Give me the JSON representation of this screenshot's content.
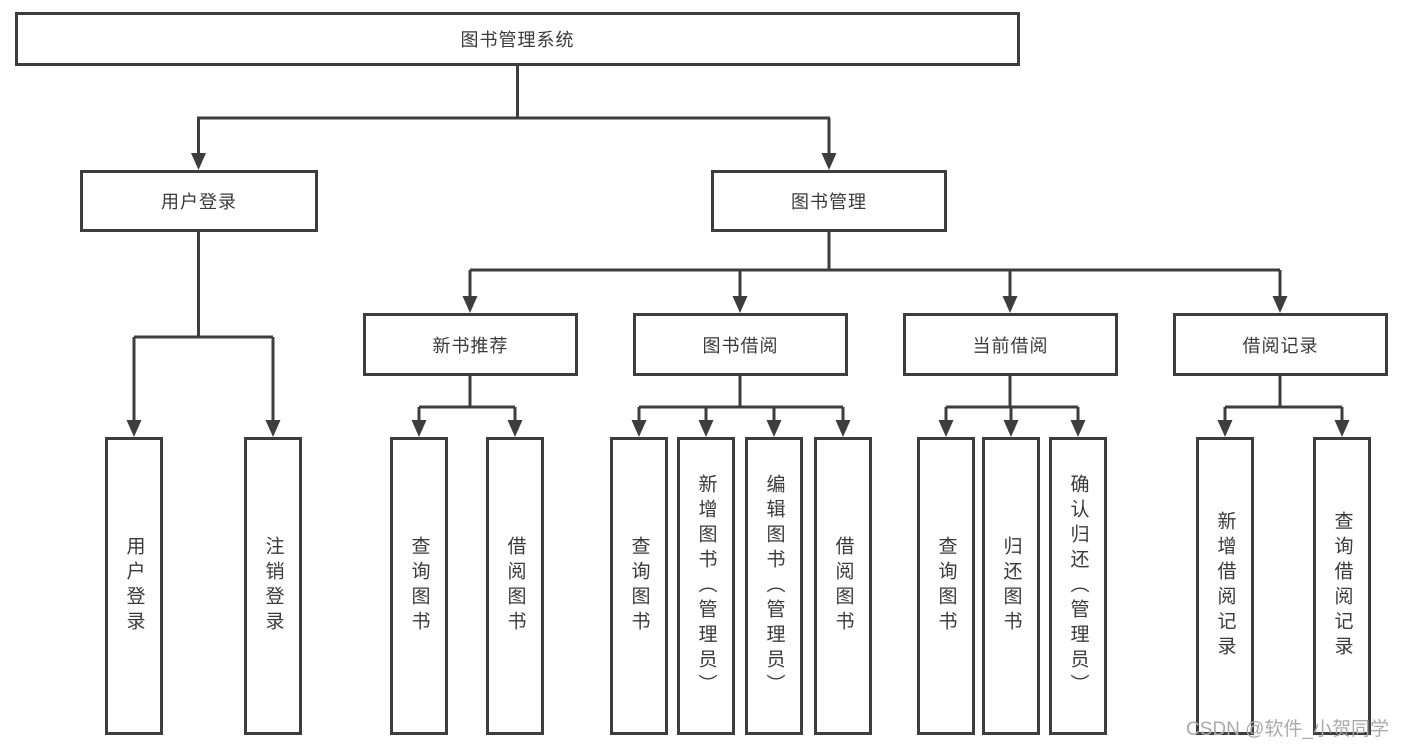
{
  "diagram": {
    "title": "图书管理系统",
    "type": "hierarchy-tree",
    "colors": {
      "line": "#3d3d3d",
      "border": "#3d3d3d",
      "text": "#3a3a3a",
      "background": "#ffffff",
      "watermark": "#aaaaaa"
    },
    "watermark": "CSDN @软件_小贺同学",
    "tree": {
      "label": "图书管理系统",
      "children": [
        {
          "label": "用户登录",
          "children": [
            {
              "label": "用户登录"
            },
            {
              "label": "注销登录"
            }
          ]
        },
        {
          "label": "图书管理",
          "children": [
            {
              "label": "新书推荐",
              "children": [
                {
                  "label": "查询图书"
                },
                {
                  "label": "借阅图书"
                }
              ]
            },
            {
              "label": "图书借阅",
              "children": [
                {
                  "label": "查询图书"
                },
                {
                  "label": "新增图书（管理员）"
                },
                {
                  "label": "编辑图书（管理员）"
                },
                {
                  "label": "借阅图书"
                }
              ]
            },
            {
              "label": "当前借阅",
              "children": [
                {
                  "label": "查询图书"
                },
                {
                  "label": "归还图书"
                },
                {
                  "label": "确认归还（管理员）"
                }
              ]
            },
            {
              "label": "借阅记录",
              "children": [
                {
                  "label": "新增借阅记录"
                },
                {
                  "label": "查询借阅记录"
                }
              ]
            }
          ]
        }
      ]
    }
  }
}
